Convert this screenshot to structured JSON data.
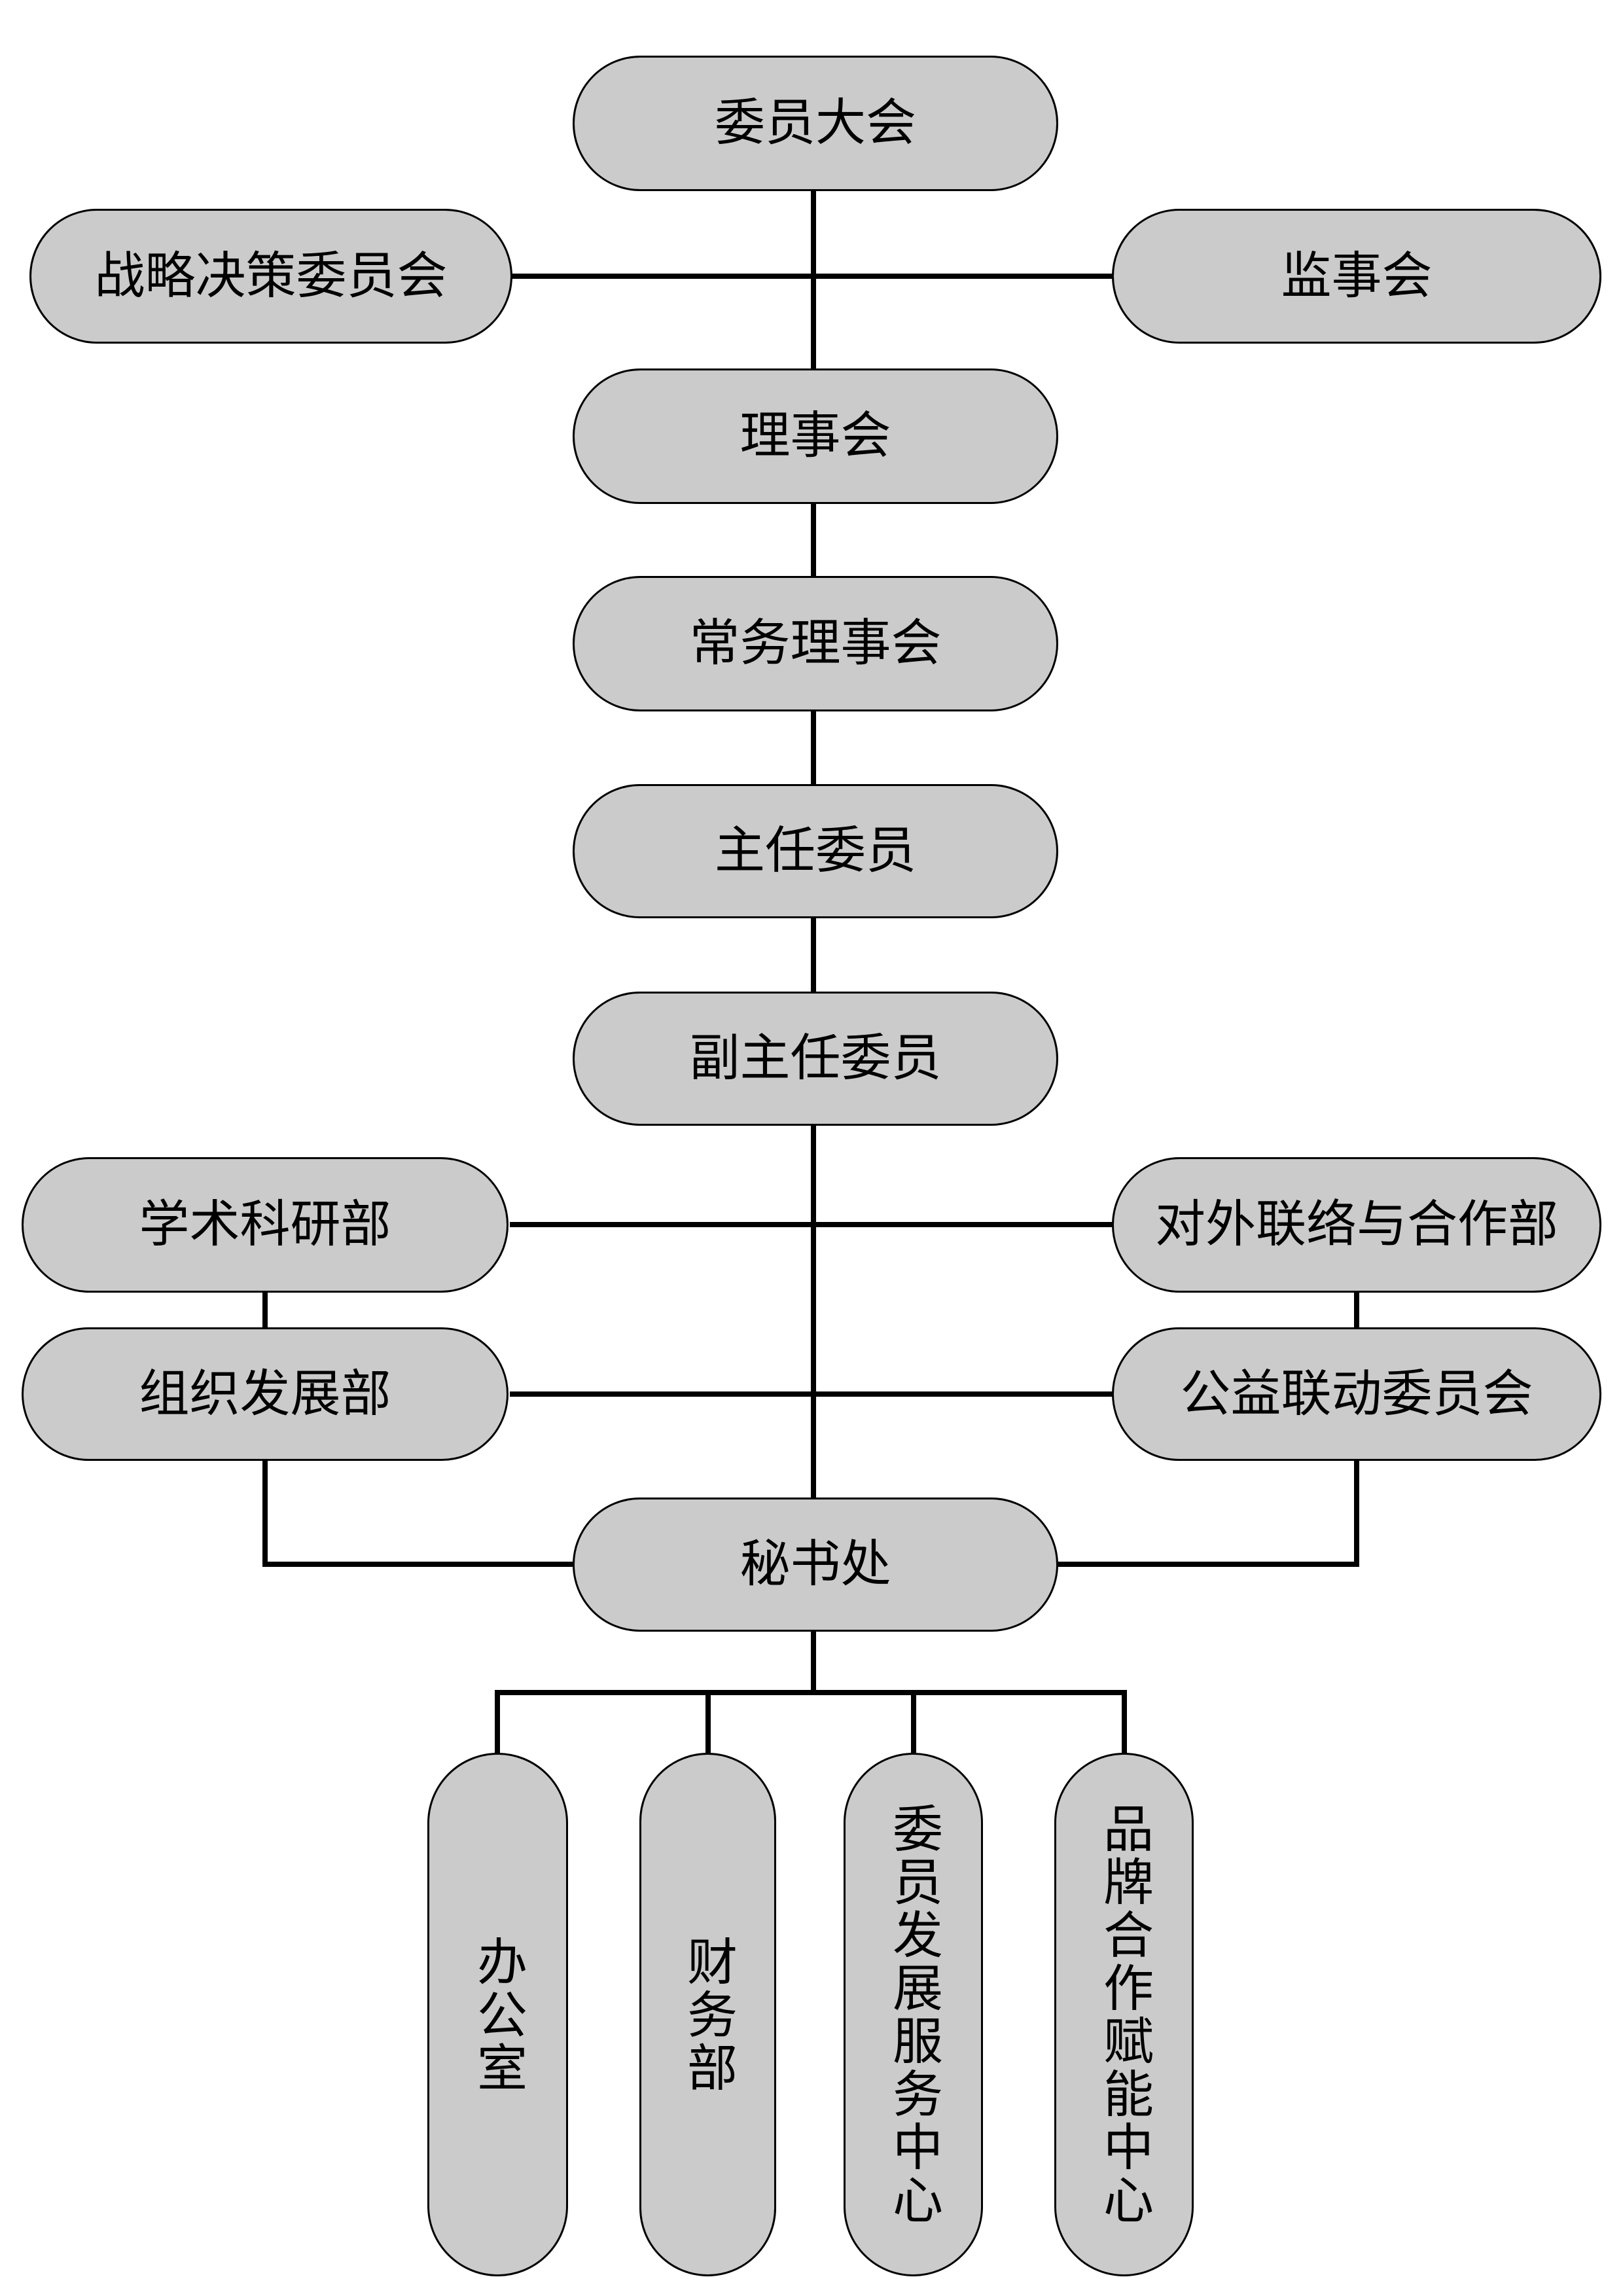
{
  "diagram": {
    "type": "org-chart",
    "background_color": "#ffffff",
    "node_fill_color": "#cbcbcb",
    "node_border_color": "#000000",
    "connector_color": "#000000",
    "nodes": {
      "general_assembly": {
        "label": "委员大会"
      },
      "strategic_decision_committee": {
        "label": "战略决策委员会"
      },
      "supervisory_board": {
        "label": "监事会"
      },
      "council": {
        "label": "理事会"
      },
      "standing_council": {
        "label": "常务理事会"
      },
      "chairman": {
        "label": "主任委员"
      },
      "vice_chairman": {
        "label": "副主任委员"
      },
      "academic_research_dept": {
        "label": "学术科研部"
      },
      "external_liaison_cooperation_dept": {
        "label": "对外联络与合作部"
      },
      "organization_development_dept": {
        "label": "组织发展部"
      },
      "public_welfare_linkage_committee": {
        "label": "公益联动委员会"
      },
      "secretariat": {
        "label": "秘书处"
      },
      "office": {
        "label": "办公室"
      },
      "finance_dept": {
        "label": "财务部"
      },
      "member_development_service_center": {
        "label": "委员发展服务中心"
      },
      "brand_cooperation_empowerment_center": {
        "label": "品牌合作赋能中心"
      }
    },
    "edges": [
      [
        "general_assembly",
        "council"
      ],
      [
        "strategic_decision_committee",
        "general_assembly-council-link"
      ],
      [
        "supervisory_board",
        "general_assembly-council-link"
      ],
      [
        "council",
        "standing_council"
      ],
      [
        "standing_council",
        "chairman"
      ],
      [
        "chairman",
        "vice_chairman"
      ],
      [
        "vice_chairman",
        "secretariat"
      ],
      [
        "academic_research_dept",
        "vice_chairman-secretariat-link"
      ],
      [
        "external_liaison_cooperation_dept",
        "vice_chairman-secretariat-link"
      ],
      [
        "academic_research_dept",
        "organization_development_dept"
      ],
      [
        "external_liaison_cooperation_dept",
        "public_welfare_linkage_committee"
      ],
      [
        "organization_development_dept",
        "secretariat"
      ],
      [
        "public_welfare_linkage_committee",
        "secretariat"
      ],
      [
        "secretariat",
        "office"
      ],
      [
        "secretariat",
        "finance_dept"
      ],
      [
        "secretariat",
        "member_development_service_center"
      ],
      [
        "secretariat",
        "brand_cooperation_empowerment_center"
      ]
    ]
  }
}
